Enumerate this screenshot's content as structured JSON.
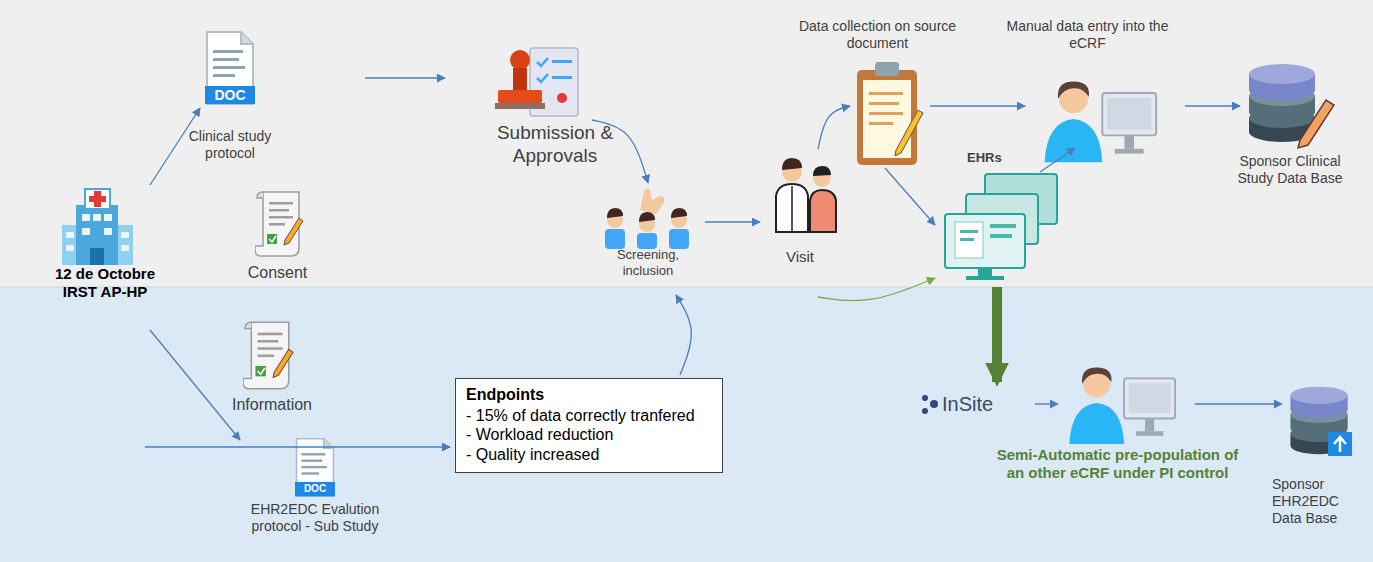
{
  "diagram": {
    "nodes": [
      {
        "text": [
          "12 de Octobre IRST AP-HP"
        ]
      },
      {
        "text": [
          "DOC",
          "Clinical study protocol"
        ]
      },
      {
        "text": [
          "Consent"
        ]
      },
      {
        "text": [
          "Submission & Approvals"
        ]
      },
      {
        "text": [
          "Screening, inclusion"
        ]
      },
      {
        "text": [
          "Visit"
        ]
      },
      {
        "text": [
          "Data collection on source document"
        ]
      },
      {
        "text": [
          "Manual data entry into the eCRF"
        ]
      },
      {
        "text": [
          "Sponsor Clinical Study Data Base"
        ]
      },
      {
        "text": [
          "EHRs"
        ]
      },
      {
        "text": [
          "Information"
        ]
      },
      {
        "text": [
          "DOC",
          "EHR2EDC Evalution protocol - Sub Study"
        ]
      },
      {
        "text": [
          "Endpoints",
          "- 15% of data correctly tranfered",
          "- Workload reduction",
          "- Quality increased"
        ]
      },
      {
        "text": [
          "InSite"
        ]
      },
      {
        "text": [
          "Semi-Automatic pre-population of an other eCRF under PI control"
        ]
      },
      {
        "text": [
          "Sponsor EHR2EDC Data Base"
        ]
      }
    ],
    "edges": [
      {
        "from": 0,
        "to": 1,
        "arrow": "to"
      },
      {
        "from": 0,
        "to": 11,
        "arrow": "to"
      },
      {
        "from": 1,
        "to": 3,
        "arrow": "to"
      },
      {
        "from": 3,
        "to": 4,
        "arrow": "to"
      },
      {
        "from": 4,
        "to": 5,
        "arrow": "to"
      },
      {
        "from": 5,
        "to": 6,
        "arrow": "to"
      },
      {
        "from": 6,
        "to": 7,
        "arrow": "to"
      },
      {
        "from": 7,
        "to": 8,
        "arrow": "to"
      },
      {
        "from": 6,
        "to": 9,
        "arrow": "to"
      },
      {
        "from": 9,
        "to": 7,
        "arrow": "to"
      },
      {
        "from": 5,
        "to": 9,
        "arrow": "to"
      },
      {
        "from": 9,
        "to": 13,
        "arrow": "to"
      },
      {
        "from": 13,
        "to": 14,
        "arrow": "to"
      },
      {
        "from": 14,
        "to": 15,
        "arrow": "to"
      },
      {
        "from": 11,
        "to": 12,
        "arrow": "to"
      },
      {
        "from": 12,
        "to": 4,
        "arrow": "to"
      }
    ]
  }
}
